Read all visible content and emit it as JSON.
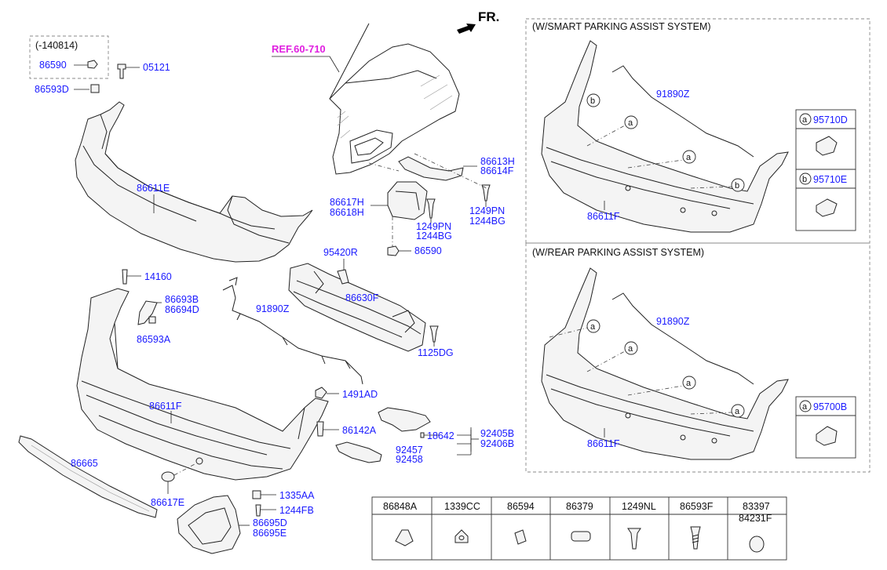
{
  "direction": "FR.",
  "ref_label": "REF.60-710",
  "sections": {
    "smart": "(W/SMART PARKING ASSIST SYSTEM)",
    "rear": "(W/REAR PARKING ASSIST SYSTEM)"
  },
  "serial_note": "(-140814)",
  "labels": {
    "p86590_top": "86590",
    "p05121": "05121",
    "p86593D": "86593D",
    "p86611E": "86611E",
    "p86613H": "86613H",
    "p86614F": "86614F",
    "p86617H": "86617H",
    "p86618H": "86618H",
    "p1249PN_a": "1249PN",
    "p1244BG_a": "1244BG",
    "p1249PN_b": "1249PN",
    "p1244BG_b": "1244BG",
    "p86590_mid": "86590",
    "p95420R": "95420R",
    "p86630F": "86630F",
    "p1125DG": "1125DG",
    "p14160": "14160",
    "p86693B": "86693B",
    "p86694D": "86694D",
    "p86593A": "86593A",
    "p91890Z_main": "91890Z",
    "p1491AD": "1491AD",
    "p86611F_main": "86611F",
    "p86142A": "86142A",
    "p18642": "18642",
    "p92405B": "92405B",
    "p92406B": "92406B",
    "p92457": "92457",
    "p92458": "92458",
    "p86665": "86665",
    "p86617E": "86617E",
    "p1335AA": "1335AA",
    "p1244FB": "1244FB",
    "p86695D": "86695D",
    "p86695E": "86695E",
    "p91890Z_smart": "91890Z",
    "p86611F_smart": "86611F",
    "p95710D": "95710D",
    "p95710E": "95710E",
    "p91890Z_rear": "91890Z",
    "p86611F_rear": "86611F",
    "p95700B": "95700B"
  },
  "markers": {
    "a": "a",
    "b": "b"
  },
  "table": [
    {
      "line1": "86848A",
      "line2": ""
    },
    {
      "line1": "1339CC",
      "line2": ""
    },
    {
      "line1": "86594",
      "line2": ""
    },
    {
      "line1": "86379",
      "line2": ""
    },
    {
      "line1": "1249NL",
      "line2": ""
    },
    {
      "line1": "86593F",
      "line2": ""
    },
    {
      "line1": "83397",
      "line2": "84231F"
    }
  ]
}
